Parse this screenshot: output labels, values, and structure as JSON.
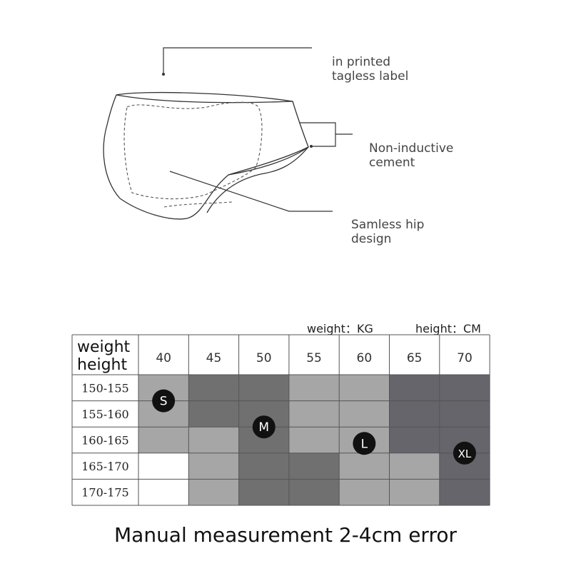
{
  "callouts": {
    "label": "in printed\ntagless label",
    "cement": "Non-inductive\ncement",
    "hip": "Samless hip\ndesign"
  },
  "units": {
    "weight": "weight：KG",
    "height": "height：CM"
  },
  "table": {
    "corner": [
      "weight",
      "height"
    ],
    "weights": [
      "40",
      "45",
      "50",
      "55",
      "60",
      "65",
      "70"
    ],
    "heights": [
      "150-155",
      "155-160",
      "160-165",
      "165-170",
      "170-175"
    ],
    "cells": [
      [
        "L",
        "D",
        "D",
        "L",
        "L",
        "X",
        "X"
      ],
      [
        "L",
        "D",
        "D",
        "L",
        "L",
        "X",
        "X"
      ],
      [
        "L",
        "L",
        "D",
        "L",
        "L",
        "X",
        "X"
      ],
      [
        "W",
        "L",
        "D",
        "D",
        "L",
        "L",
        "X"
      ],
      [
        "W",
        "L",
        "D",
        "D",
        "L",
        "L",
        "X"
      ]
    ],
    "shade_colors": {
      "L": "#a6a6a6",
      "D": "#707070",
      "X": "#65656b",
      "W": "#ffffff"
    },
    "sizes": [
      {
        "label": "S",
        "col": 0.5,
        "row": 1.0
      },
      {
        "label": "M",
        "col": 2.5,
        "row": 2.0
      },
      {
        "label": "L",
        "col": 4.5,
        "row": 2.63
      },
      {
        "label": "XL",
        "col": 6.5,
        "row": 3.0
      }
    ]
  },
  "caption": "Manual measurement 2-4cm error"
}
